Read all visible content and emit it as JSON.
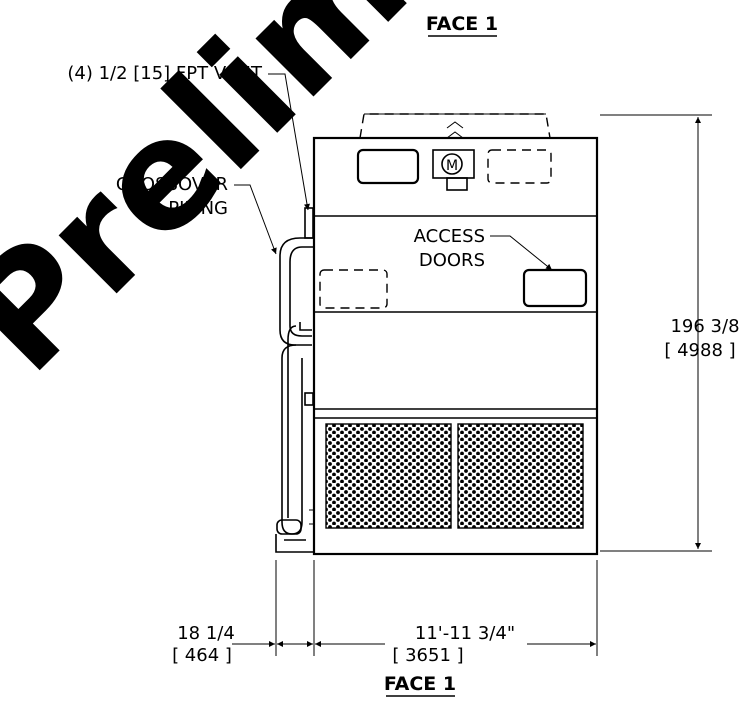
{
  "titles": {
    "top": "FACE 1",
    "bottom": "FACE 1"
  },
  "labels": {
    "vent": "(4) 1/2 [15] FPT VENT",
    "crossover_line1": "CROSSOVER",
    "crossover_line2": "PIPING",
    "access_line1": "ACCESS",
    "access_line2": "DOORS"
  },
  "dimensions": {
    "height_imperial": "196 3/8",
    "height_metric": "[ 4988 ]",
    "width_imperial": "11'-11 3/4\"",
    "width_metric": "[ 3651 ]",
    "piping_imperial": "18 1/4",
    "piping_metric": "[ 464 ]"
  },
  "watermark": {
    "text": "Preliminary",
    "color": "#e6e6e6"
  },
  "colors": {
    "line": "#000000",
    "background": "#ffffff"
  }
}
